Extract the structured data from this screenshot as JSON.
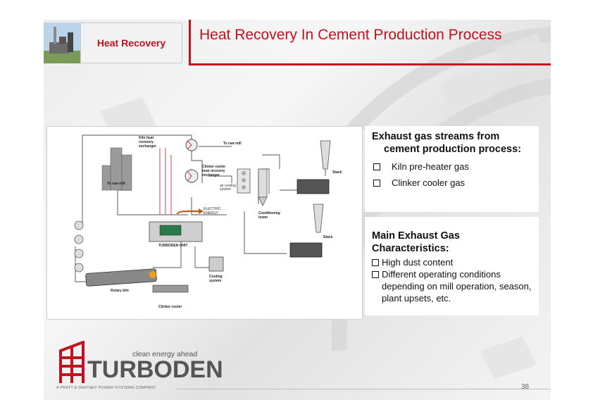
{
  "header": {
    "tab_label": "Heat Recovery",
    "title": "Heat Recovery In Cement Production Process"
  },
  "diagram": {
    "labels": {
      "kiln_exchanger": [
        "Kiln heat",
        "recovery",
        "exchanger"
      ],
      "to_raw_mill_top": "To raw mill",
      "to_raw_mill_left": "To raw mill",
      "clinker_exchanger": [
        "Clinker cooler",
        "heat recovery",
        "exchanger"
      ],
      "air_cooling": [
        "air cooling",
        "system"
      ],
      "stack_top": "Stack",
      "stack_bottom": "Stack",
      "electric_energy": [
        "ELECTRIC",
        "ENERGY"
      ],
      "turboden_unit": "TURBODEN UNIT",
      "conditioning_tower": [
        "Conditioning",
        "tower"
      ],
      "cooling_system": [
        "Cooling",
        "system"
      ],
      "rotary_kiln": "Rotary kiln",
      "clinker_cooler": "Clinker cooler"
    }
  },
  "panel1": {
    "heading": "Exhaust gas streams from cement production process:",
    "items": [
      "Kiln pre-heater gas",
      "Clinker cooler gas"
    ]
  },
  "panel2": {
    "heading": "Main  Exhaust Gas Characteristics:",
    "items": [
      "High dust content",
      "Different  operating conditions depending on mill operation, season, plant upsets, etc."
    ]
  },
  "footer": {
    "tagline": "clean energy ahead",
    "brand": "TURBODEN",
    "company": "A PRATT & WHITNEY POWER SYSTEMS COMPANY",
    "page_number": "38"
  },
  "colors": {
    "accent": "#c1121f",
    "text": "#111111",
    "logo_gray": "#555555"
  }
}
